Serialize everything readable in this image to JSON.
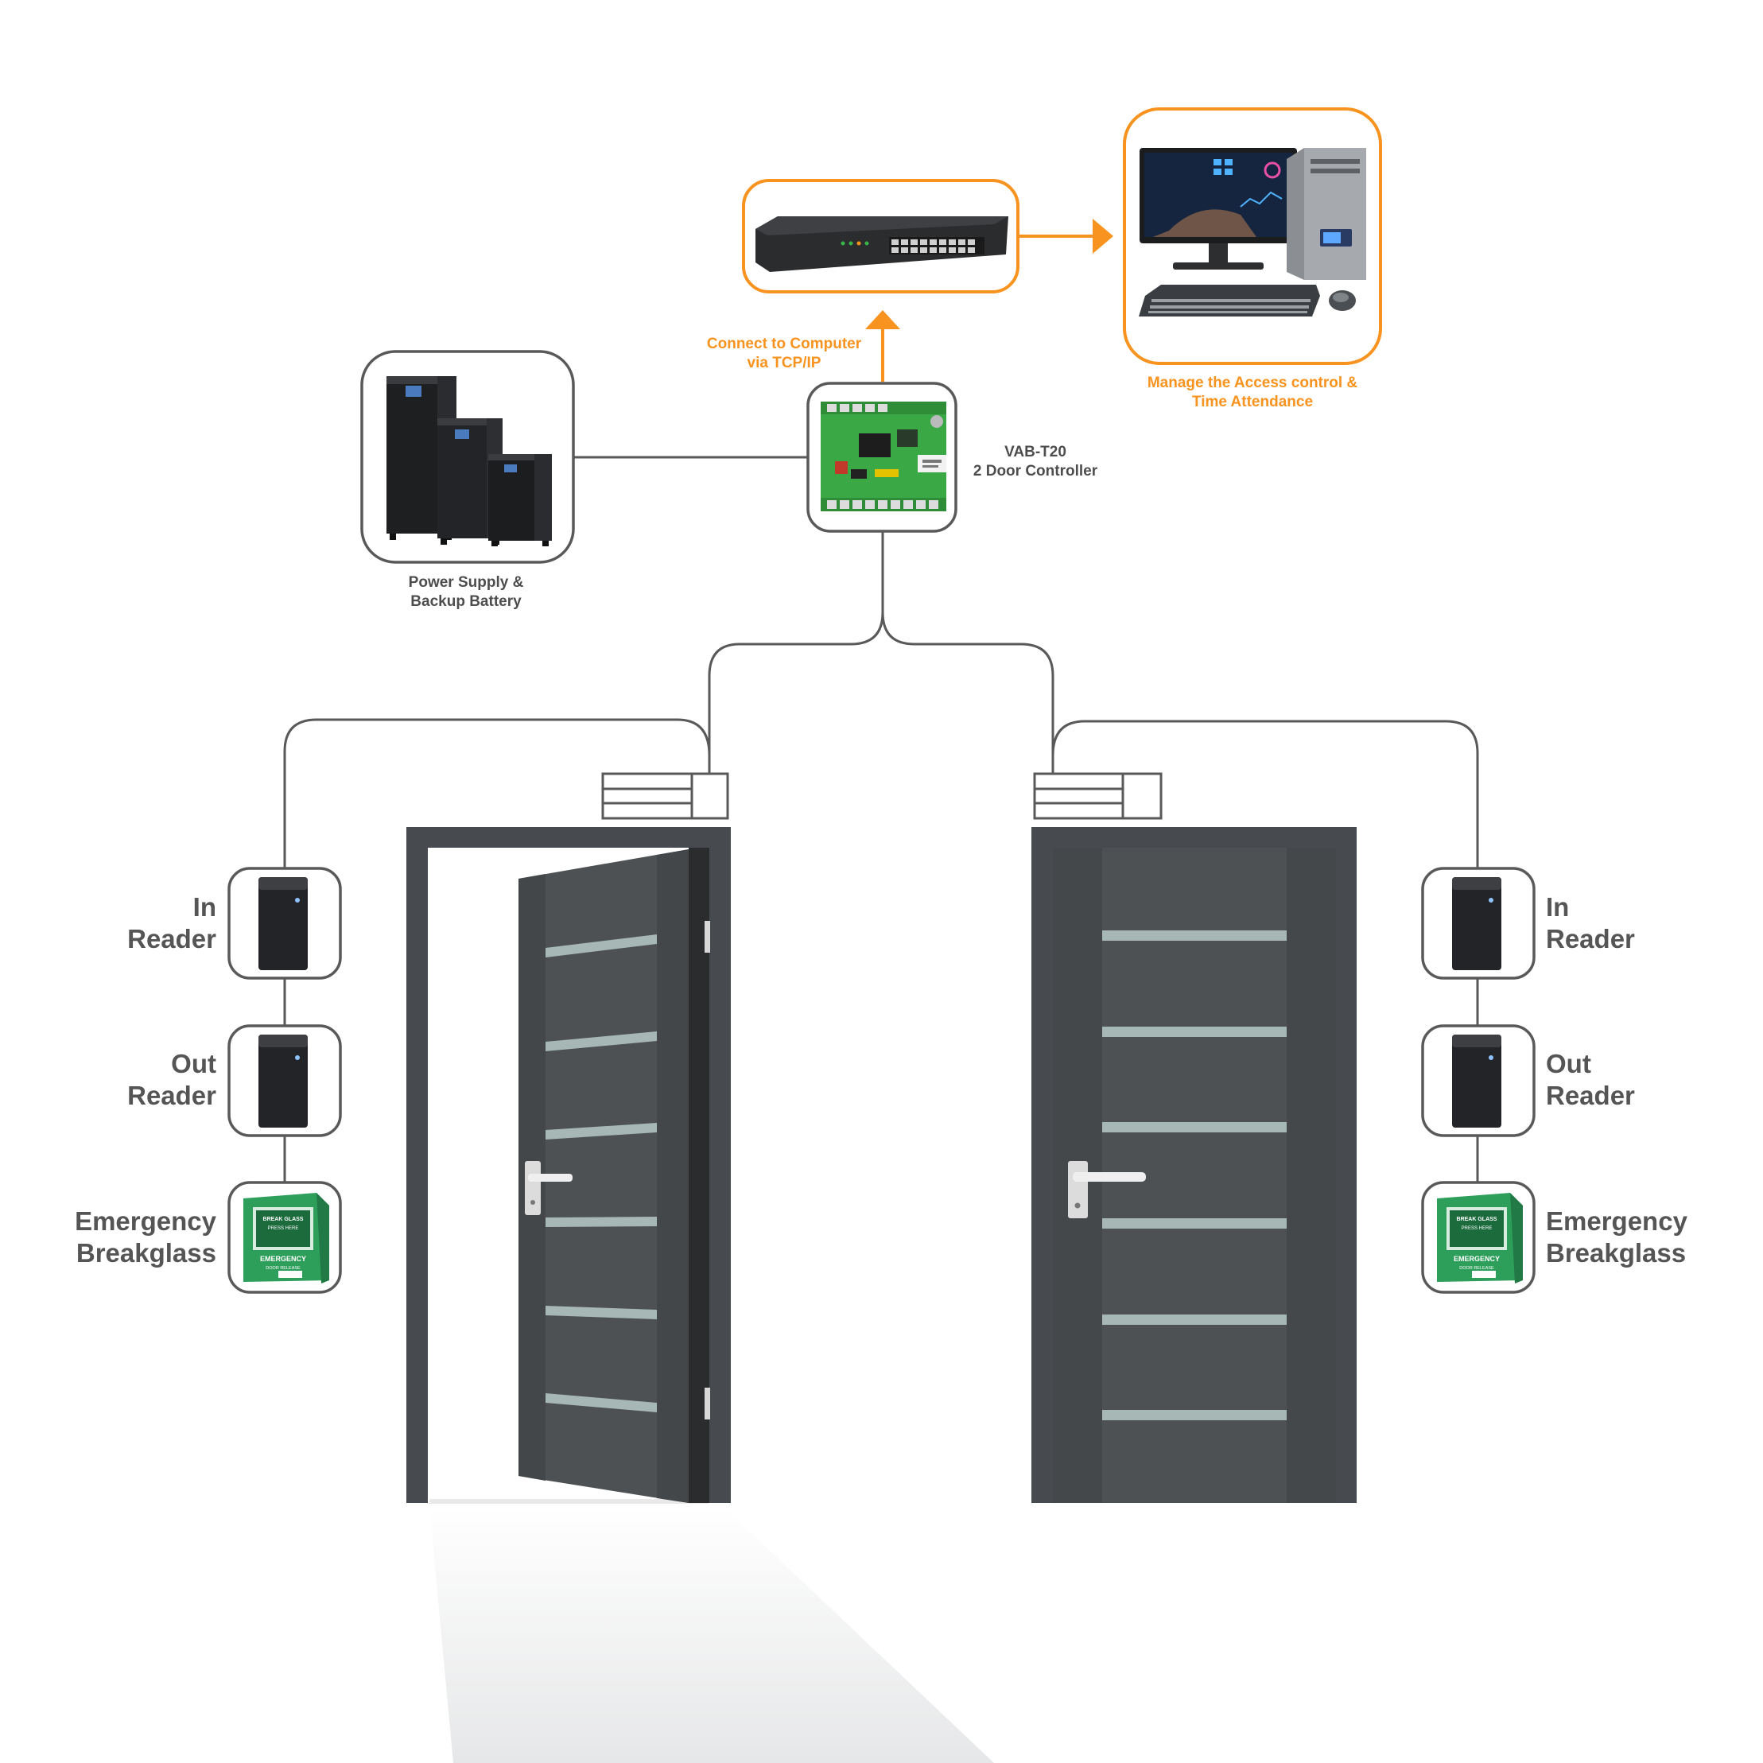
{
  "labels": {
    "connect": [
      "Connect to Computer",
      "via TCP/IP"
    ],
    "manage": [
      "Manage the Access control &",
      "Time Attendance"
    ],
    "controller": [
      "VAB-T20",
      "2 Door Controller"
    ],
    "power": [
      "Power Supply &",
      "Backup Battery"
    ],
    "left_in": [
      "In",
      "Reader"
    ],
    "left_out": [
      "Out",
      "Reader"
    ],
    "left_emergency": [
      "Emergency",
      "Breakglass"
    ],
    "right_in": [
      "In",
      "Reader"
    ],
    "right_out": [
      "Out",
      "Reader"
    ],
    "right_emergency": [
      "Emergency",
      "Breakglass"
    ]
  },
  "breakglass_text": {
    "line1": "BREAK GLASS",
    "line2": "PRESS HERE",
    "line3": "EMERGENCY",
    "line4": "DOOR RELEASE"
  },
  "colors": {
    "accent": "#f7931e",
    "line": "#595959",
    "door": "#4d5154",
    "breakglass": "#2e9e5b"
  }
}
